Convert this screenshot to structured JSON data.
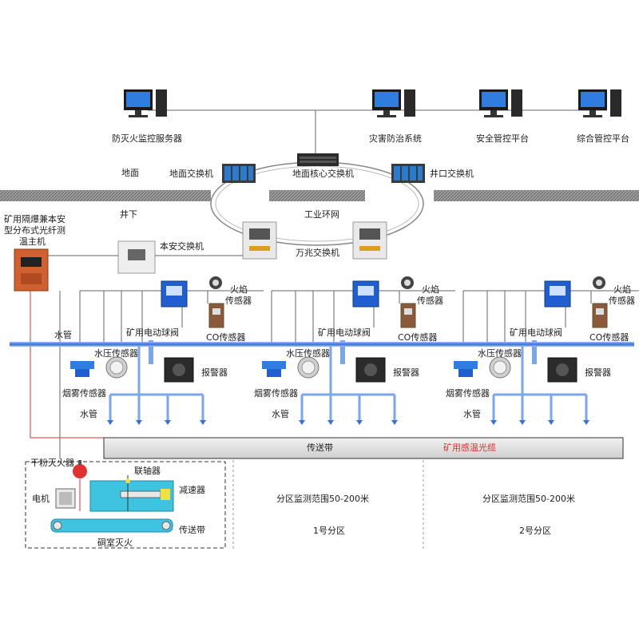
{
  "top_nodes": {
    "fire_server": "防灭火监控服务器",
    "disaster_system": "灾害防治系统",
    "safety_platform": "安全管控平台",
    "integrated_platform": "综合管控平台"
  },
  "surface": {
    "ground_label": "地面",
    "ground_switch": "地面交换机",
    "core_switch": "地面核心交换机",
    "shaft_switch": "井口交换机"
  },
  "underground": {
    "label": "井下",
    "ring_network": "工业环网",
    "gigabit_switch": "万兆交换机",
    "intrinsic_switch": "本安交换机",
    "host_label": "矿用隔爆兼本安型分布式光纤测温主机",
    "host_lines": [
      "矿用隔爆兼本安",
      "型分布式光纤测",
      "温主机"
    ]
  },
  "devices": {
    "water_pipe": "水管",
    "electric_valve": "矿用电动球阀",
    "flame_sensor_lines": [
      "火焰",
      "传感器"
    ],
    "co_sensor": "CO传感器",
    "pressure_sensor": "水压传感器",
    "alarm": "报警器",
    "smoke_sensor": "烟雾传感器"
  },
  "belt": {
    "conveyor": "传送带",
    "cable": "矿用感温光缆"
  },
  "chamber": {
    "dry_powder": "干粉灭火器",
    "motor": "电机",
    "coupling": "联轴器",
    "reducer": "减速器",
    "conveyor": "传送带",
    "title": "硐室灭火"
  },
  "zones": [
    {
      "range": "分区监测范围50-200米",
      "name": "1号分区"
    },
    {
      "range": "分区监测范围50-200米",
      "name": "2号分区"
    }
  ],
  "colors": {
    "pipe": "#3b6fd8",
    "pipe_light": "#7aa6ee",
    "floor_gray": "#888888",
    "belt_gray": "#d9d9d9",
    "chamber_cyan": "#3ec3e0",
    "cable_red": "#e03030",
    "device_blue": "#1f5fd0",
    "host_orange": "#d06030"
  }
}
